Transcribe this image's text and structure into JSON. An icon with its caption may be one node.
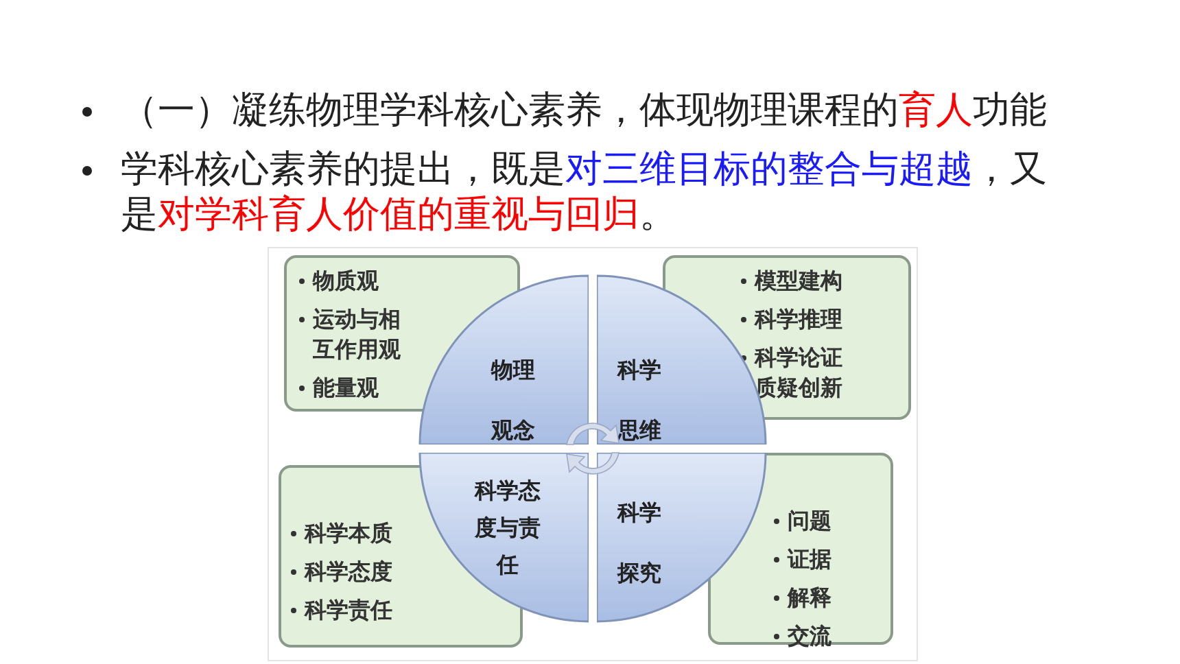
{
  "diagram": {
    "nodes": [
      {
        "text": [
          "物理观念"
        ]
      },
      {
        "text": [
          "科学思维"
        ]
      },
      {
        "text": [
          "科学态度与责任"
        ]
      },
      {
        "text": [
          "科学探究"
        ]
      },
      {
        "text": [
          "物质观",
          "运动与相互作用观",
          "能量观"
        ]
      },
      {
        "text": [
          "模型建构",
          "科学推理",
          "科学论证质疑创新"
        ]
      },
      {
        "text": [
          "科学本质",
          "科学态度",
          "科学责任"
        ]
      },
      {
        "text": [
          "问题",
          "证据",
          "解释",
          "交流"
        ]
      }
    ],
    "labels": [
      "（一）凝练物理学科核心素养，体现物理课程的**育人**功能",
      "学科核心素养的提出，既是**对三维目标的整合与超越**，又是**对学科育人价值的重视与回归**。"
    ]
  }
}
